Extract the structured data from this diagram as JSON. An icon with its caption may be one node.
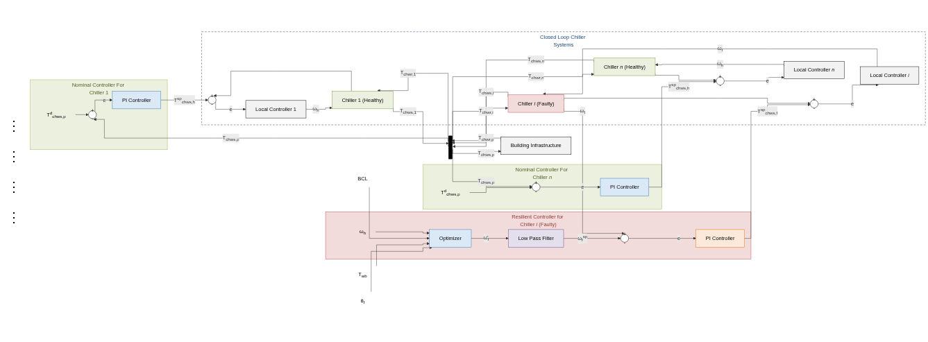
{
  "diagram": {
    "nodes": [
      {
        "text": [
          "Nominal Controller For Chiller 1"
        ]
      },
      {
        "text": [
          "T$^{d}$$_{chws,p}$"
        ],
        "in": 0
      },
      {
        "text": [
          "+",
          "-"
        ],
        "in": 0
      },
      {
        "text": [
          "PI Controller"
        ],
        "in": 0
      },
      {
        "text": [
          "Resilient Controller for Chiller *i* (Faulty)"
        ]
      },
      {
        "text": [
          "θ$_{f}$"
        ]
      },
      {
        "text": [
          "T$_{wb}$"
        ]
      },
      {
        "text": [
          "BCL"
        ]
      },
      {
        "text": [
          "Optimizer"
        ],
        "in": 4
      },
      {
        "text": [
          "ω$_{h}$"
        ],
        "in": 4
      },
      {
        "text": [
          "Low Pass Filter"
        ],
        "in": 4
      },
      {
        "text": [
          "+",
          "-"
        ],
        "in": 4
      },
      {
        "text": [
          "PI Controller"
        ],
        "in": 4
      },
      {
        "text": [
          "Nominal Controller For Chiller *n*"
        ]
      },
      {
        "text": [
          "T$^{d}$$_{chws,p}$"
        ],
        "in": 13
      },
      {
        "text": [
          "+",
          "-"
        ],
        "in": 13
      },
      {
        "text": [
          "PI Controller"
        ],
        "in": 13
      },
      {
        "text": [
          "Closed Loop Chiller Systems"
        ]
      },
      {
        "text": [
          "+",
          "-"
        ],
        "in": 17
      },
      {
        "text": [
          "Local Controller 1"
        ],
        "in": 17
      },
      {
        "text": [
          "Chiller 1 (Healthy)"
        ],
        "in": 17
      },
      {
        "text": [
          "+",
          "-"
        ],
        "in": 17
      },
      {
        "text": [
          "Local Controller *i*"
        ],
        "in": 17
      },
      {
        "text": [
          "Chiller *i* (Faulty)"
        ],
        "in": 17
      },
      {
        "text": [
          "+",
          "-"
        ],
        "in": 17
      },
      {
        "text": [
          "Local Controller *n*"
        ],
        "in": 17
      },
      {
        "text": [
          "Chiller *n* (Healthy)"
        ],
        "in": 17
      },
      {
        "text": [],
        "shape": "bar"
      },
      {
        "text": [
          "Building Infrastructure"
        ]
      }
    ],
    "edges": [
      {
        "from": 1,
        "to": 2,
        "arrow": "to"
      },
      {
        "from": 2,
        "to": 3,
        "arrow": "to",
        "label": "e"
      },
      {
        "from": 3,
        "to": 18,
        "arrow": "to",
        "label": "T$^{sp}$$_{chws,h}$"
      },
      {
        "from": 18,
        "to": 19,
        "arrow": "to",
        "label": "e"
      },
      {
        "from": 19,
        "to": 20,
        "arrow": "to",
        "label": "ω$_{h}$"
      },
      {
        "from": 20,
        "to": 18,
        "arrow": "to"
      },
      {
        "from": 20,
        "to": 27,
        "arrow": "to",
        "label": "T$_{chws,1}$"
      },
      {
        "from": 27,
        "to": 20,
        "arrow": "to",
        "label": "T$_{chwr,1}$"
      },
      {
        "from": 5,
        "to": 8,
        "arrow": "to"
      },
      {
        "from": 6,
        "to": 8,
        "arrow": "to"
      },
      {
        "from": 7,
        "to": 8,
        "arrow": "to"
      },
      {
        "from": 9,
        "to": 8,
        "arrow": "to"
      },
      {
        "from": 8,
        "to": 10,
        "arrow": "to",
        "label": "ω̂$_{f}$"
      },
      {
        "from": 10,
        "to": 11,
        "arrow": "to",
        "label": "ω$_{f}$$^{sp}$"
      },
      {
        "from": 11,
        "to": 12,
        "arrow": "to",
        "label": "e"
      },
      {
        "from": 12,
        "to": 21,
        "arrow": "to",
        "label": "T$^{sp}$$_{chws,f}$"
      },
      {
        "from": 21,
        "to": 22,
        "arrow": "to",
        "label": "e"
      },
      {
        "from": 22,
        "to": 23,
        "arrow": "to",
        "label": "ω$_{f}$"
      },
      {
        "from": 23,
        "to": 21,
        "arrow": "to"
      },
      {
        "from": 23,
        "to": 11,
        "arrow": "to",
        "label": "ω$_{f}$"
      },
      {
        "from": 23,
        "to": 27,
        "arrow": "to",
        "label": "T$_{chws,i}$"
      },
      {
        "from": 27,
        "to": 23,
        "arrow": "to",
        "label": "T$_{chwr,i}$"
      },
      {
        "from": 14,
        "to": 15,
        "arrow": "to"
      },
      {
        "from": 15,
        "to": 16,
        "arrow": "to",
        "label": "e"
      },
      {
        "from": 16,
        "to": 24,
        "arrow": "to",
        "label": "T$^{sp}$$_{chws,h}$"
      },
      {
        "from": 24,
        "to": 25,
        "arrow": "to",
        "label": "e"
      },
      {
        "from": 25,
        "to": 26,
        "arrow": "to",
        "label": "ω$_{h}$"
      },
      {
        "from": 26,
        "to": 24,
        "arrow": "to"
      },
      {
        "from": 26,
        "to": 27,
        "arrow": "to",
        "label": "T$_{chws,n}$"
      },
      {
        "from": 27,
        "to": 26,
        "arrow": "to",
        "label": "T$_{chwr,n}$"
      },
      {
        "from": 27,
        "to": 28,
        "arrow": "to",
        "label": "T$_{chws,p}$"
      },
      {
        "from": 28,
        "to": 27,
        "arrow": "to",
        "label": "T$_{chwr,p}$"
      },
      {
        "from": 27,
        "to": 2,
        "arrow": "to",
        "label": "T$_{chws,p}$"
      },
      {
        "from": 27,
        "to": 15,
        "arrow": "to",
        "label": "T$_{chws,p}$"
      }
    ],
    "labels": [
      "⋮",
      "⋮",
      "⋮",
      "⋮"
    ]
  }
}
